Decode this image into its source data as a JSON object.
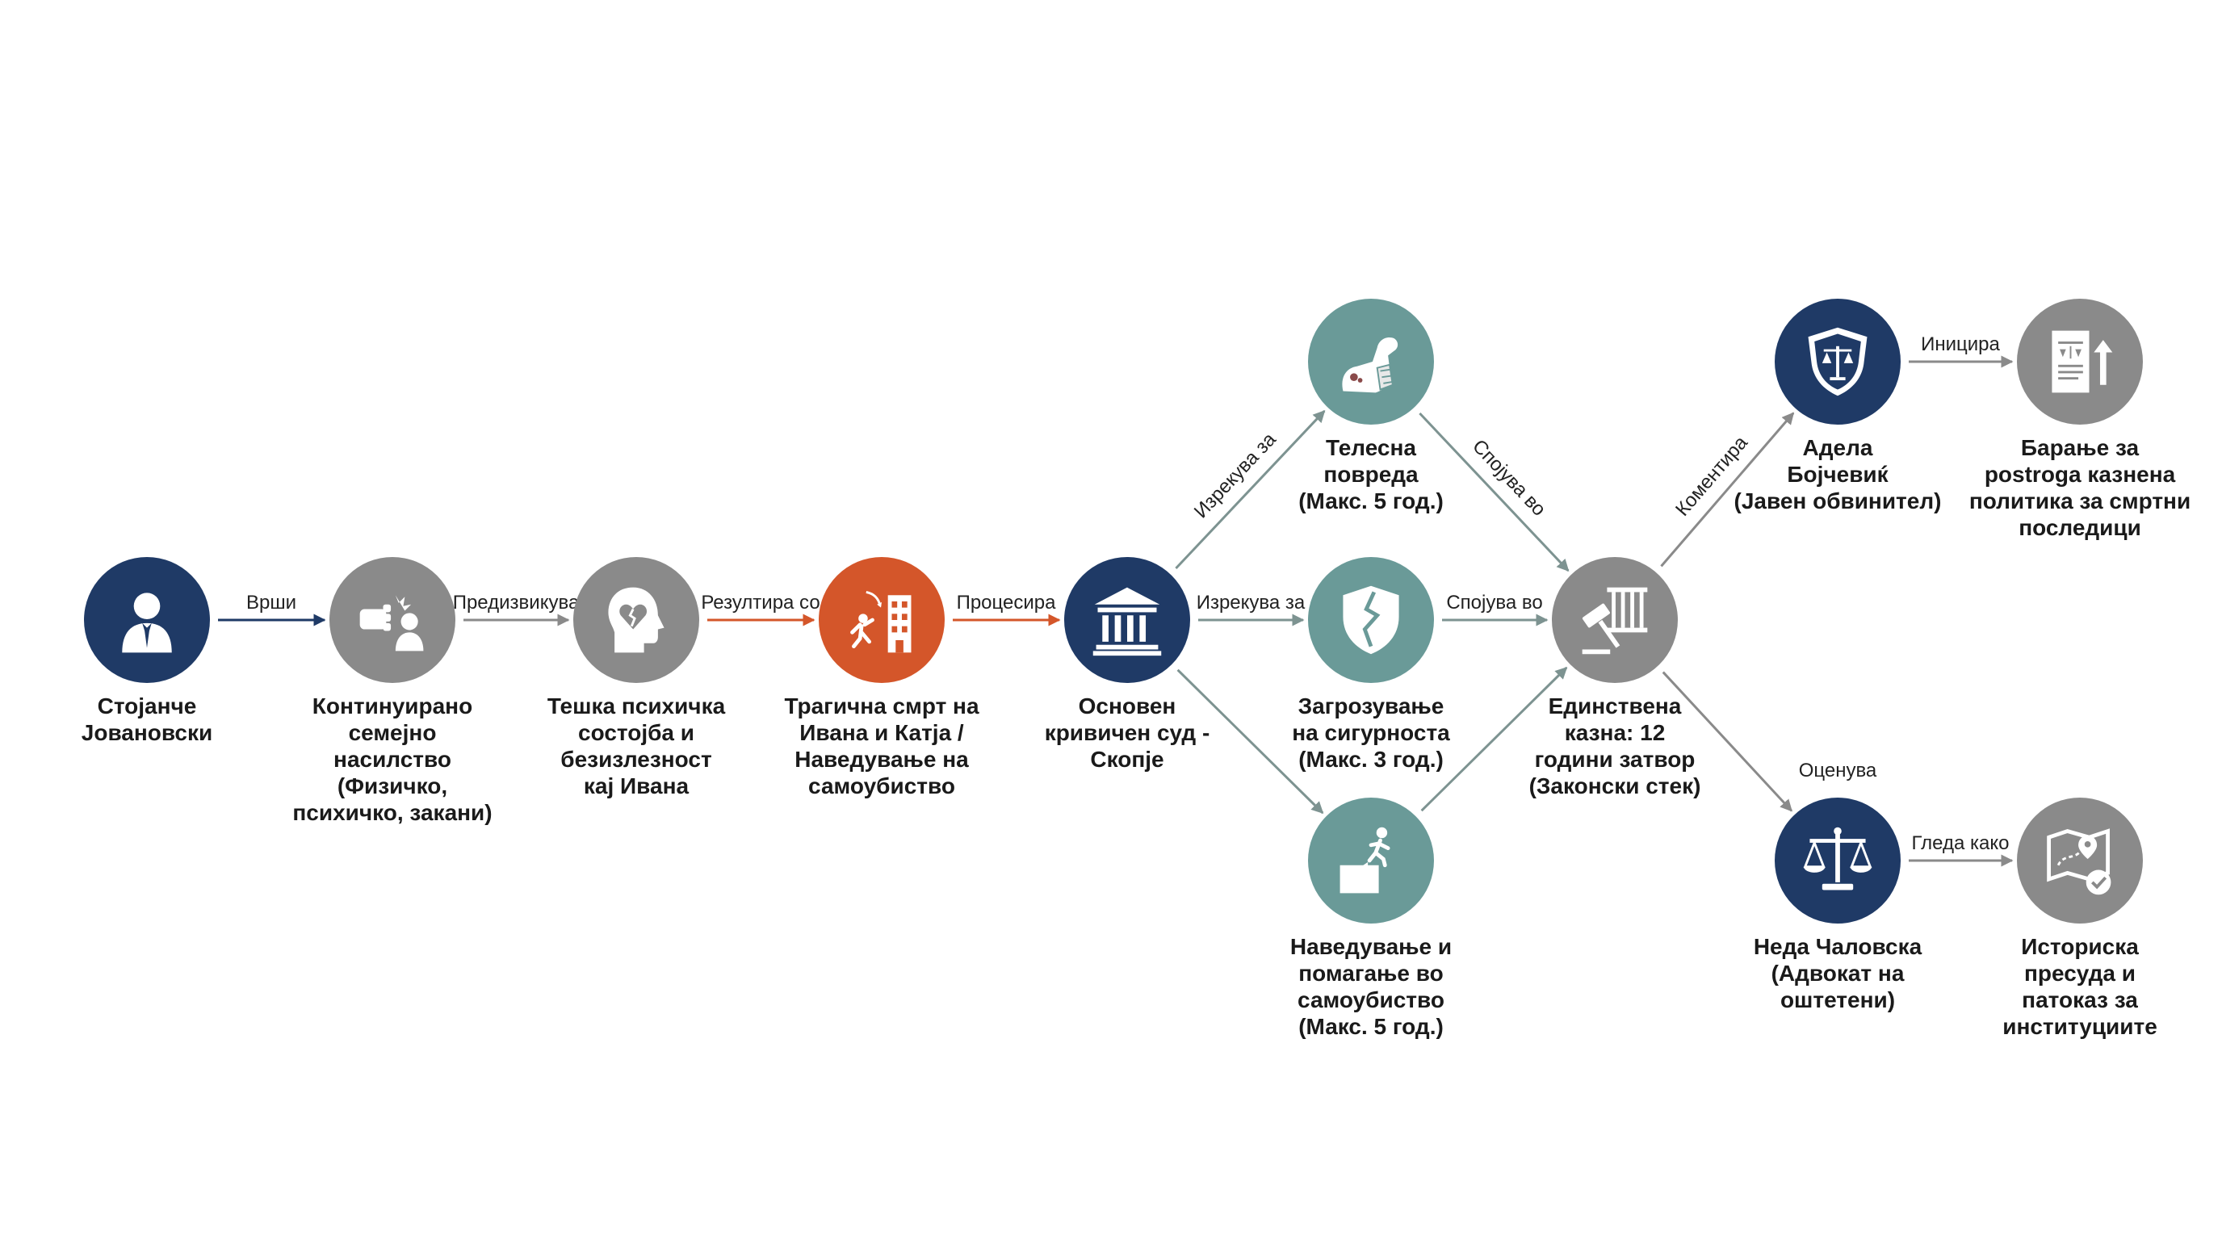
{
  "colors": {
    "navy": "#1f3a66",
    "gray": "#8a8a8a",
    "orange": "#d4562a",
    "teal": "#6a9a98",
    "edge_navy": "#1f3a66",
    "edge_gray": "#8a8a8a",
    "edge_orange": "#d4562a",
    "edge_slate": "#7d9391"
  },
  "nodes": [
    {
      "id": "stojance",
      "label": "Стојанче\nЈовановски",
      "icon": "person-icon",
      "color": "navy"
    },
    {
      "id": "violence",
      "label": "Континуирано\nсемејно\nнасилство\n(Физичко,\nпсихичко, закани)",
      "icon": "punch-icon",
      "color": "gray"
    },
    {
      "id": "mental",
      "label": "Тешка психичка\nсостојба и\nбезизлезност\nкај Ивана",
      "icon": "broken-heart-head-icon",
      "color": "gray"
    },
    {
      "id": "death",
      "label": "Трагична смрт на\nИвана и Катја /\nНаведување на\nсамоубиство",
      "icon": "falling-person-building-icon",
      "color": "orange"
    },
    {
      "id": "court",
      "label": "Основен\nкривичен суд -\nСкопје",
      "icon": "courthouse-icon",
      "color": "navy"
    },
    {
      "id": "injury",
      "label": "Телесна\nповреда\n(Макс. 5 год.)",
      "icon": "injured-arm-icon",
      "color": "teal"
    },
    {
      "id": "security",
      "label": "Загрозување\nна сигурноста\n(Макс. 3 год.)",
      "icon": "cracked-shield-icon",
      "color": "teal"
    },
    {
      "id": "incitement",
      "label": "Наведување и\nпомагање во\nсамоубиство\n(Макс. 5 год.)",
      "icon": "person-ledge-icon",
      "color": "teal"
    },
    {
      "id": "sentence",
      "label": "Единствена\nказна: 12\nгодини затвор\n(Законски стек)",
      "icon": "gavel-prison-icon",
      "color": "gray"
    },
    {
      "id": "adela",
      "label": "Адела\nБојчевиќ\n(Јавен обвинител)",
      "icon": "prosecutor-badge-icon",
      "color": "navy"
    },
    {
      "id": "neda",
      "label": "Неда Чаловска\n(Адвокат на\nоштетени)",
      "icon": "scales-icon",
      "color": "navy"
    },
    {
      "id": "policy",
      "label": "Барање за\npostroga казнена\nполитика за смртни\nпоследици",
      "icon": "document-scales-arrow-icon",
      "color": "gray"
    },
    {
      "id": "precedent",
      "label": "Историска\nпресуда и\nпатоказ за\nинституциите",
      "icon": "map-check-icon",
      "color": "gray"
    }
  ],
  "edges": [
    {
      "from": "stojance",
      "to": "violence",
      "label": "Врши",
      "color": "edge_navy"
    },
    {
      "from": "violence",
      "to": "mental",
      "label": "Предизвикува",
      "color": "edge_gray"
    },
    {
      "from": "mental",
      "to": "death",
      "label": "Резултира со",
      "color": "edge_orange"
    },
    {
      "from": "death",
      "to": "court",
      "label": "Процесира",
      "color": "edge_orange"
    },
    {
      "from": "court",
      "to": "injury",
      "label": "Изрекува за",
      "color": "edge_slate"
    },
    {
      "from": "court",
      "to": "security",
      "label": "Изрекува за",
      "color": "edge_slate"
    },
    {
      "from": "court",
      "to": "incitement",
      "label": "",
      "color": "edge_slate"
    },
    {
      "from": "injury",
      "to": "sentence",
      "label": "Спојува во",
      "color": "edge_slate"
    },
    {
      "from": "security",
      "to": "sentence",
      "label": "Спојува во",
      "color": "edge_slate"
    },
    {
      "from": "incitement",
      "to": "sentence",
      "label": "",
      "color": "edge_slate"
    },
    {
      "from": "sentence",
      "to": "adela",
      "label": "Коментира",
      "color": "edge_gray"
    },
    {
      "from": "sentence",
      "to": "neda",
      "label": "Оценува",
      "color": "edge_gray"
    },
    {
      "from": "adela",
      "to": "policy",
      "label": "Иницира",
      "color": "edge_gray"
    },
    {
      "from": "neda",
      "to": "precedent",
      "label": "Гледа како",
      "color": "edge_gray"
    }
  ]
}
